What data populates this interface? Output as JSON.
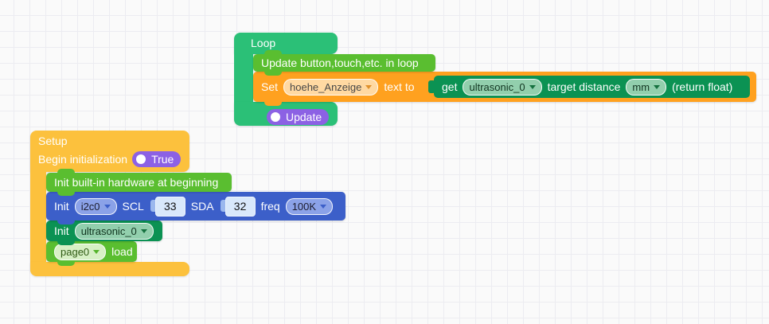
{
  "canvas": {
    "background": "#fafafa",
    "grid_line": "#ececf1"
  },
  "colors": {
    "container_green": "#2bc077",
    "lime_green": "#5abe30",
    "dark_green": "#0b9253",
    "orange": "#ffa11f",
    "setup_yellow": "#fcc13d",
    "hardware_blue": "#3c5fc9",
    "toggle_purple": "#8c61e4"
  },
  "loop": {
    "title": "Loop",
    "update_hw_label": "Update button,touch,etc. in loop",
    "set_label": "Set",
    "set_variable": "hoehe_Anzeige",
    "text_to_label": "text to",
    "get_label": "get",
    "get_unit": "ultrasonic_0",
    "target_label": "target distance",
    "unit_value": "mm",
    "return_label": "(return float)",
    "update_toggle_label": "Update"
  },
  "setup": {
    "title": "Setup",
    "begin_label": "Begin initialization",
    "begin_value": "True",
    "init_hw_label": "Init built-in hardware at beginning",
    "i2c_init_label": "Init",
    "i2c_port": "i2c0",
    "scl_label": "SCL",
    "scl_value": "33",
    "sda_label": "SDA",
    "sda_value": "32",
    "freq_label": "freq",
    "freq_value": "100K",
    "ultra_init_label": "Init",
    "ultra_unit": "ultrasonic_0",
    "page_value": "page0",
    "load_label": "load"
  }
}
